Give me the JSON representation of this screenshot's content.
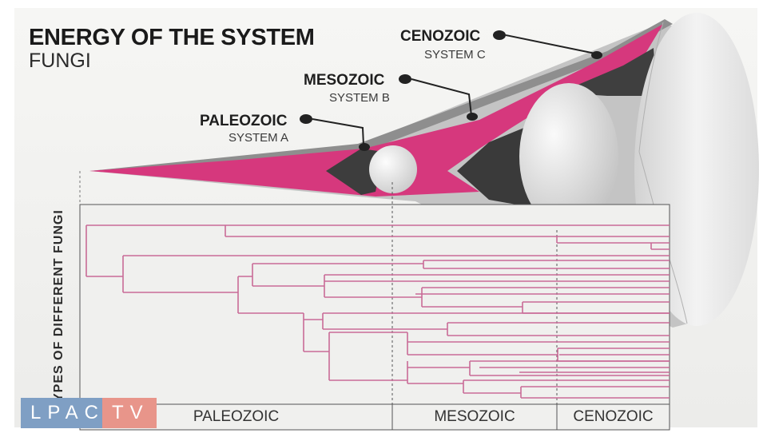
{
  "title": "ENERGY OF THE SYSTEM",
  "subtitle": "FUNGI",
  "y_axis_title": "TYPES OF DIFFERENT FUNGI",
  "eras": [
    {
      "name": "PALEOZOIC",
      "system": "SYSTEM A"
    },
    {
      "name": "MESOZOIC",
      "system": "SYSTEM B"
    },
    {
      "name": "CENOZOIC",
      "system": "SYSTEM C"
    }
  ],
  "x_axis_segments": [
    "PALEOZOIC",
    "MESOZOIC",
    "CENOZOIC"
  ],
  "logo": {
    "left": "LPAC",
    "right": "TV"
  },
  "colors": {
    "magenta": "#d6387d",
    "tree_line": "#c96b97",
    "dark_gray": "#3a3a3a",
    "panel": "#f1f1ef"
  }
}
